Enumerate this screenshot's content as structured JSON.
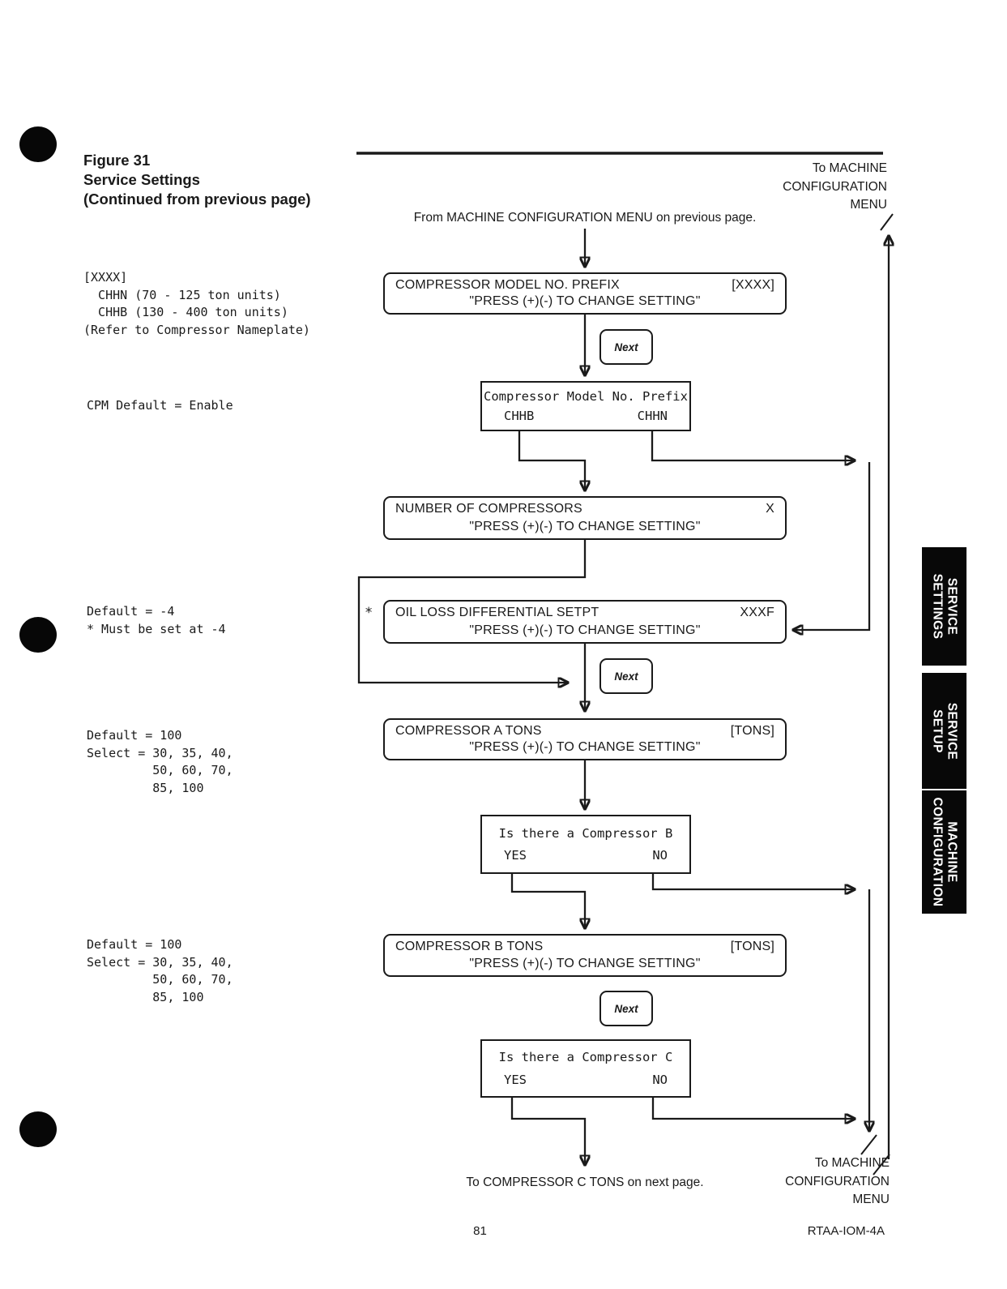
{
  "page_header": {
    "figure": "Figure 31",
    "title": "Service Settings",
    "subtitle": "(Continued from previous page)",
    "to_machine_menu": "To MACHINE\nCONFIGURATION\nMENU",
    "from_machine_menu": "From MACHINE CONFIGURATION MENU on previous page."
  },
  "annotations": {
    "model_prefix_note": "[XXXX]\n  CHHN (70 - 125 ton units)\n  CHHB (130 - 400 ton units)\n(Refer to Compressor Nameplate)",
    "cpm_default_note": "CPM Default = Enable",
    "oil_loss_note": "Default = -4\n* Must be set at -4",
    "compressor_a_note": "Default = 100\nSelect = 30, 35, 40,\n         50, 60, 70,\n         85, 100",
    "compressor_b_note": "Default = 100\nSelect = 30, 35, 40,\n         50, 60, 70,\n         85, 100"
  },
  "flowchart": {
    "next_button_label": "Next",
    "compressor_model_prefix": {
      "title": "COMPRESSOR MODEL NO. PREFIX",
      "value": "[XXXX]",
      "instruction": "\"PRESS (+)(-) TO CHANGE SETTING\""
    },
    "prefix_choice": {
      "title": "Compressor Model No. Prefix",
      "option_left": "CHHB",
      "option_right": "CHHN"
    },
    "number_of_compressors": {
      "title": "NUMBER OF COMPRESSORS",
      "value": "X",
      "instruction": "\"PRESS (+)(-) TO CHANGE SETTING\""
    },
    "oil_loss_setpt": {
      "marker": "*",
      "title": "OIL LOSS DIFFERENTIAL SETPT",
      "value": "XXXF",
      "instruction": "\"PRESS (+)(-) TO CHANGE SETTING\""
    },
    "compressor_a_tons": {
      "title": "COMPRESSOR A TONS",
      "value": "[TONS]",
      "instruction": "\"PRESS (+)(-) TO CHANGE SETTING\""
    },
    "compressor_b_question": {
      "title": "Is there a Compressor B",
      "option_left": "YES",
      "option_right": "NO"
    },
    "compressor_b_tons": {
      "title": "COMPRESSOR B TONS",
      "value": "[TONS]",
      "instruction": "\"PRESS (+)(-) TO CHANGE SETTING\""
    },
    "compressor_c_question": {
      "title": "Is there a Compressor C",
      "option_left": "YES",
      "option_right": "NO"
    },
    "to_compressor_c": "To COMPRESSOR C TONS on next page.",
    "to_machine_menu_bottom": "To MACHINE\nCONFIGURATION\nMENU"
  },
  "side_tabs": [
    {
      "label": "SERVICE\nSETTINGS"
    },
    {
      "label": "SERVICE\nSETUP"
    },
    {
      "label": "MACHINE\nCONFIGURATION"
    }
  ],
  "footer": {
    "page_number": "81",
    "document_code": "RTAA-IOM-4A"
  },
  "colors": {
    "ink": "#1a1a1a",
    "paper": "#ffffff",
    "tab_background": "#080808",
    "tab_text": "#ffffff"
  }
}
